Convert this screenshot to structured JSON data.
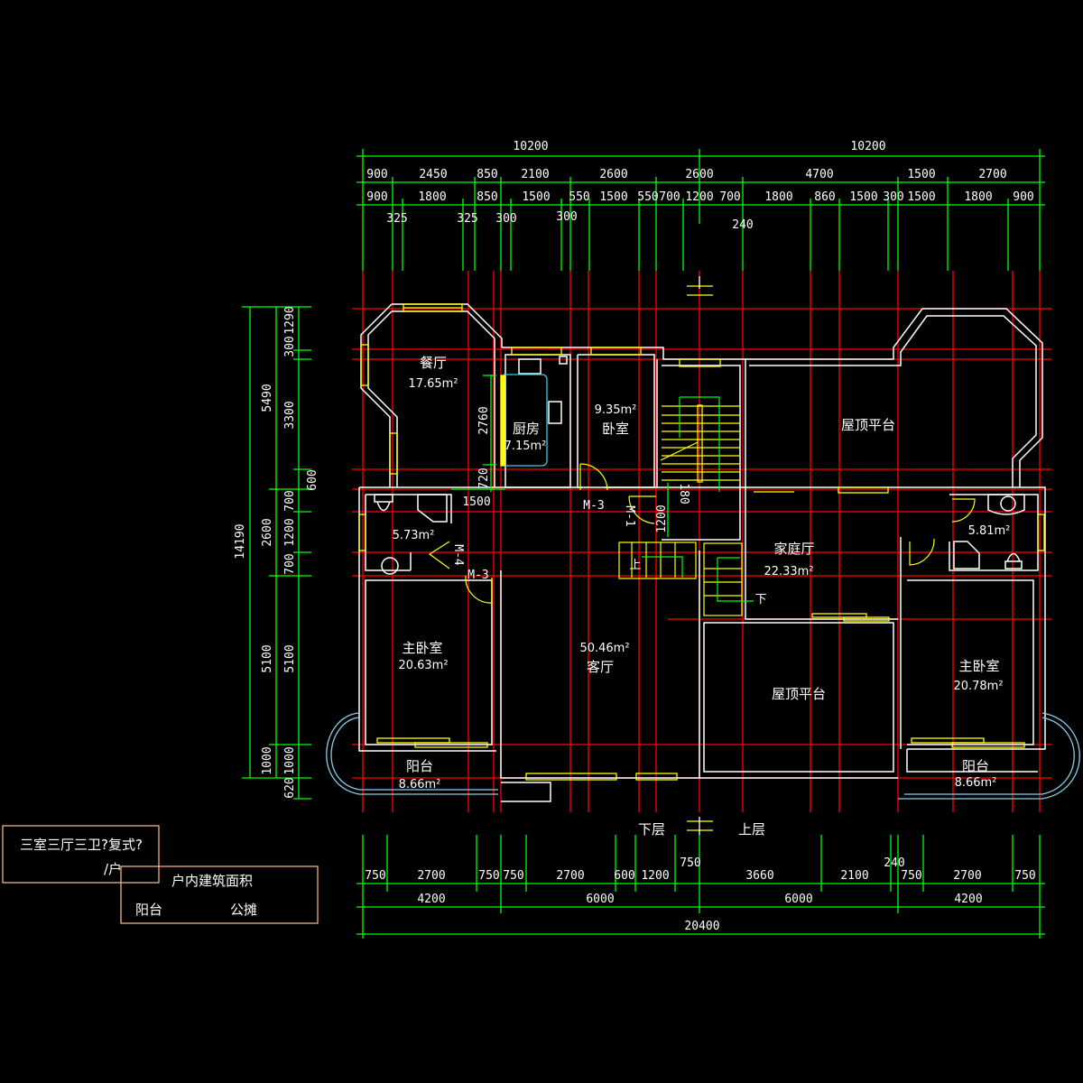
{
  "colors": {
    "background": "#000000",
    "wall": "#ffffff",
    "axis": "#ff0000",
    "dimension": "#00ff00",
    "window": "#ffff00",
    "balcony_rail": "#87ceeb",
    "title_box": "#f4b183",
    "text": "#ffffff"
  },
  "top_dims": {
    "row1": [
      "10200",
      "10200"
    ],
    "row2": [
      "900",
      "2450",
      "850",
      "2100",
      "2600",
      "2600",
      "4700",
      "1500",
      "2700"
    ],
    "row3": [
      "900",
      "1800",
      "850",
      "1500",
      "550",
      "1500",
      "550",
      "700",
      "1200",
      "700",
      "1800",
      "860",
      "1500",
      "300",
      "1500",
      "1800",
      "900"
    ],
    "row4": [
      "325",
      "325",
      "300",
      "300",
      "240"
    ]
  },
  "left_dims": {
    "total": "14190",
    "mid": [
      "5490",
      "2600",
      "5100",
      "1000"
    ],
    "inner": [
      "1290",
      "300",
      "3300",
      "600",
      "700",
      "1200",
      "700",
      "5100",
      "1000",
      "620"
    ]
  },
  "bottom_dims": {
    "row1": [
      "750",
      "2700",
      "750",
      "750",
      "2700",
      "600",
      "1200",
      "750",
      "3660",
      "2100",
      "240",
      "750",
      "2700",
      "750"
    ],
    "row2": [
      "4200",
      "6000",
      "6000",
      "4200"
    ],
    "total": "20400"
  },
  "floor_labels": {
    "lower": "下层",
    "upper": "上层"
  },
  "rooms": [
    {
      "name": "餐厅",
      "area": "17.65m²"
    },
    {
      "name": "厨房",
      "area": "7.15m²"
    },
    {
      "name": "卧室",
      "area": "9.35m²"
    },
    {
      "name": "屋顶平台",
      "area": ""
    },
    {
      "name": "",
      "area": "5.73m²"
    },
    {
      "name": "家庭厅",
      "area": "22.33m²"
    },
    {
      "name": "",
      "area": "5.81m²"
    },
    {
      "name": "主卧室",
      "area": "20.63m²"
    },
    {
      "name": "客厅",
      "area": "50.46m²"
    },
    {
      "name": "屋顶平台",
      "area": ""
    },
    {
      "name": "主卧室",
      "area": "20.78m²"
    },
    {
      "name": "阳台",
      "area": "8.66m²"
    },
    {
      "name": "阳台",
      "area": "8.66m²"
    }
  ],
  "annotations": {
    "kitchen_dim_1": "2760",
    "kitchen_dim_2": "720",
    "kitchen_dim_3": "1500",
    "stair_dim_1": "180",
    "stair_dim_2": "1200",
    "door_m3_a": "M-3",
    "door_m1": "M-1",
    "door_m4": "M-4",
    "door_m3_b": "M-3",
    "stair_up": "上",
    "stair_down": "下"
  },
  "title_block": {
    "line1": "三室三厅三卫?复式?",
    "line2": "/户",
    "area_title": "户内建筑面积",
    "balcony": "阳台",
    "shared": "公摊"
  }
}
